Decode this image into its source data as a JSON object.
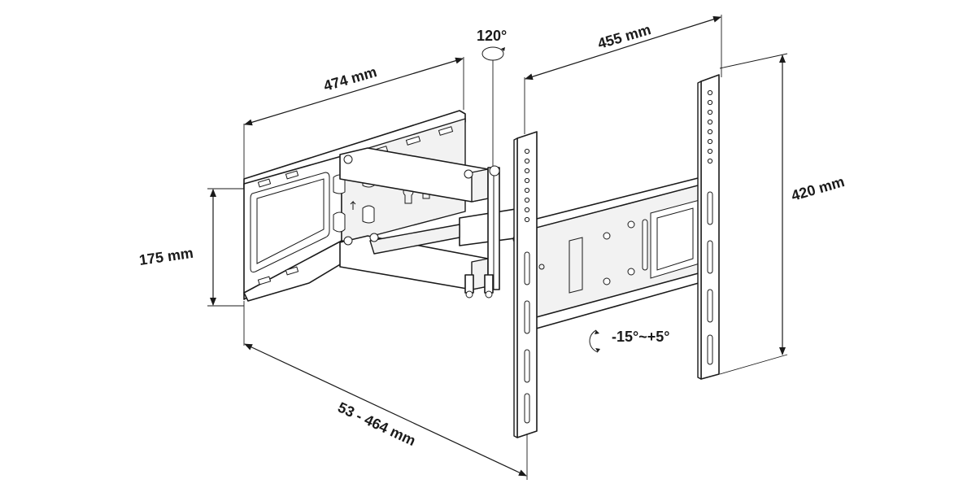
{
  "dimensions": {
    "wall_plate_width": "474 mm",
    "wall_plate_height": "175 mm",
    "extension": "53 - 464 mm",
    "swivel": "120°",
    "tv_plate_width": "455 mm",
    "tv_plate_height": "420 mm",
    "tilt": "-15°~+5°"
  },
  "colors": {
    "line": "#1a1a1a",
    "background": "#ffffff"
  }
}
